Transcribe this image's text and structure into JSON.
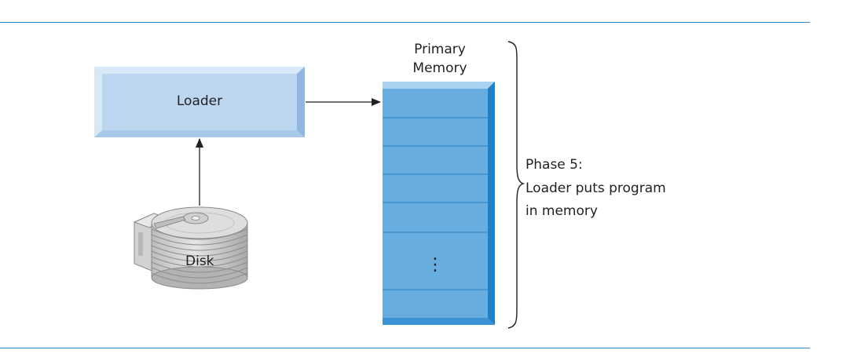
{
  "diagram": {
    "memory_label_line1": "Primary",
    "memory_label_line2": "Memory",
    "loader_label": "Loader",
    "disk_label": "Disk",
    "phase_line1": "Phase 5:",
    "phase_line2": "Loader puts program",
    "phase_line3": "in memory",
    "ellipsis": "⋮",
    "colors": {
      "rule": "#2e8bc9",
      "loader_face": "#b9d4ee",
      "loader_bevel_light": "#d9e8f6",
      "loader_bevel_dark": "#8fb7dd",
      "memory_fill": "#6aaee0",
      "memory_bevel_light": "#a9d1f0",
      "memory_bevel_dark": "#1f7fc8",
      "memory_divider": "#2a86c8",
      "disk_gray": "#c8c8c8"
    }
  }
}
